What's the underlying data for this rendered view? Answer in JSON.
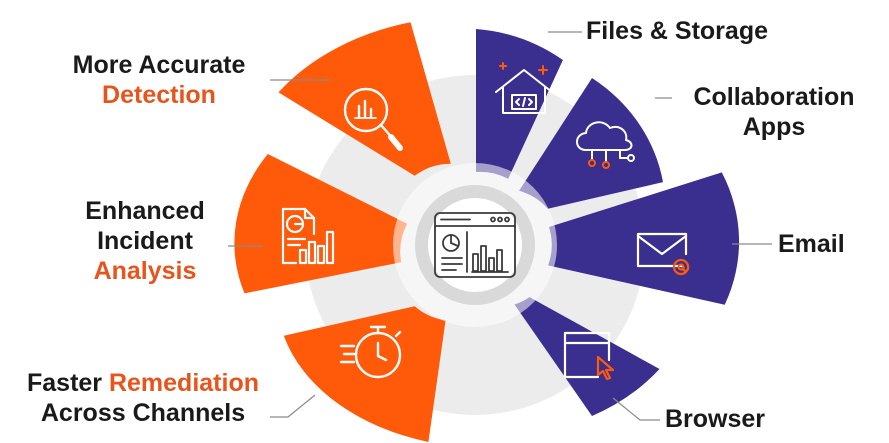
{
  "center": {
    "icon": "dashboard-icon"
  },
  "colors": {
    "orange": "#FF5A0A",
    "navy": "#3A2E8E",
    "ring": "#E9E9E9",
    "accent_text": "#E8541C",
    "text": "#1A1A1A"
  },
  "left_items": [
    {
      "line1_a": "More Accurate",
      "line1_b": "",
      "line2_a": "",
      "line2_b": "Detection",
      "line3_a": "",
      "line3_b": "",
      "icon": "magnifier-chart-icon"
    },
    {
      "line1_a": "Enhanced",
      "line1_b": "",
      "line2_a": "Incident",
      "line2_b": "",
      "line3_a": "",
      "line3_b": "Analysis",
      "icon": "report-chart-icon"
    },
    {
      "line1_a": "Faster ",
      "line1_b": "Remediation",
      "line2_a": "Across Channels",
      "line2_b": "",
      "line3_a": "",
      "line3_b": "",
      "icon": "stopwatch-icon"
    }
  ],
  "right_items": [
    {
      "line1": "Files & Storage",
      "line2": "",
      "icon": "code-house-icon"
    },
    {
      "line1": "Collaboration",
      "line2": "Apps",
      "icon": "cloud-network-icon"
    },
    {
      "line1": "Email",
      "line2": "",
      "icon": "email-icon"
    },
    {
      "line1": "Browser",
      "line2": "",
      "icon": "browser-icon"
    }
  ]
}
